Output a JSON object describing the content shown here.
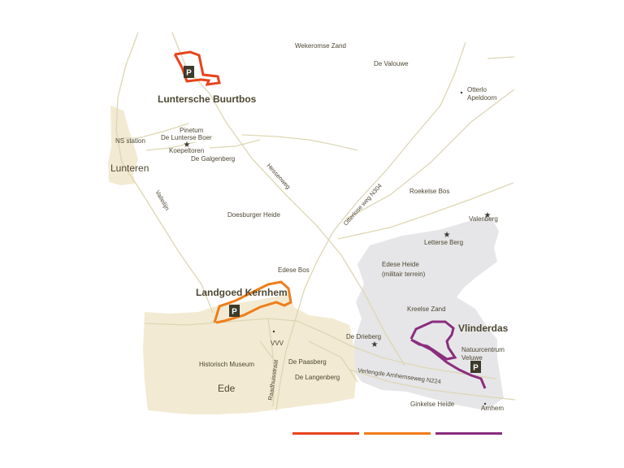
{
  "labels": {
    "wekeromse_zand": "Wekeromse Zand",
    "de_valouwe": "De Valouwe",
    "otterlo_apeldoorn_1": "Otterlo",
    "otterlo_apeldoorn_2": "Apeldoorn",
    "pinetum": "Pinetum",
    "de_lunterse_boer": "De Lunterse Boer",
    "koepeltoren": "Koepeltoren",
    "de_galgenberg": "De Galgenberg",
    "ns_station": "NS station",
    "lunteren": "Lunteren",
    "hessenweg": "Hessenweg",
    "otterlose_weg": "Otterlose weg N304",
    "roekelse_bos": "Roekelse Bos",
    "valenberg": "Valenberg",
    "valleilijn": "Valleilijn",
    "doesburger_heide": "Doesburger Heide",
    "letterse_berg": "Letterse Berg",
    "edese_heide_1": "Edese Heide",
    "edese_heide_2": "(militair terrein)",
    "edese_bos": "Edese Bos",
    "kreelse_zand": "Kreelse Zand",
    "de_drieberg": "De Drieberg",
    "natuurcentrum_1": "Natuurcentrum",
    "natuurcentrum_2": "Veluwe",
    "vvv": "VVV",
    "historisch_museum": "Historisch Museum",
    "raadhuisstraat": "Raadhuisstraat",
    "de_paasberg": "De Paasberg",
    "de_langenberg": "De Langenberg",
    "verlengde": "Verlengde Arnhemseweg N224",
    "ede": "Ede",
    "ginkelse_heide": "Ginkelse Heide",
    "arnhem": "Arnhem"
  },
  "routes": {
    "luntersche": {
      "name": "Luntersche Buurtbos",
      "color": "#e8431c"
    },
    "kernhem": {
      "name": "Landgoed Kernhem",
      "color": "#ef7d1a"
    },
    "vlinderdas": {
      "name": "Vlinderdas",
      "color": "#8a2e7e"
    }
  },
  "parking_symbol": "P",
  "star_symbol": "★",
  "colors": {
    "built_up": "#f2ead3",
    "military": "#e6e6e8",
    "road": "#ddd6b4",
    "text": "#4d4732"
  }
}
